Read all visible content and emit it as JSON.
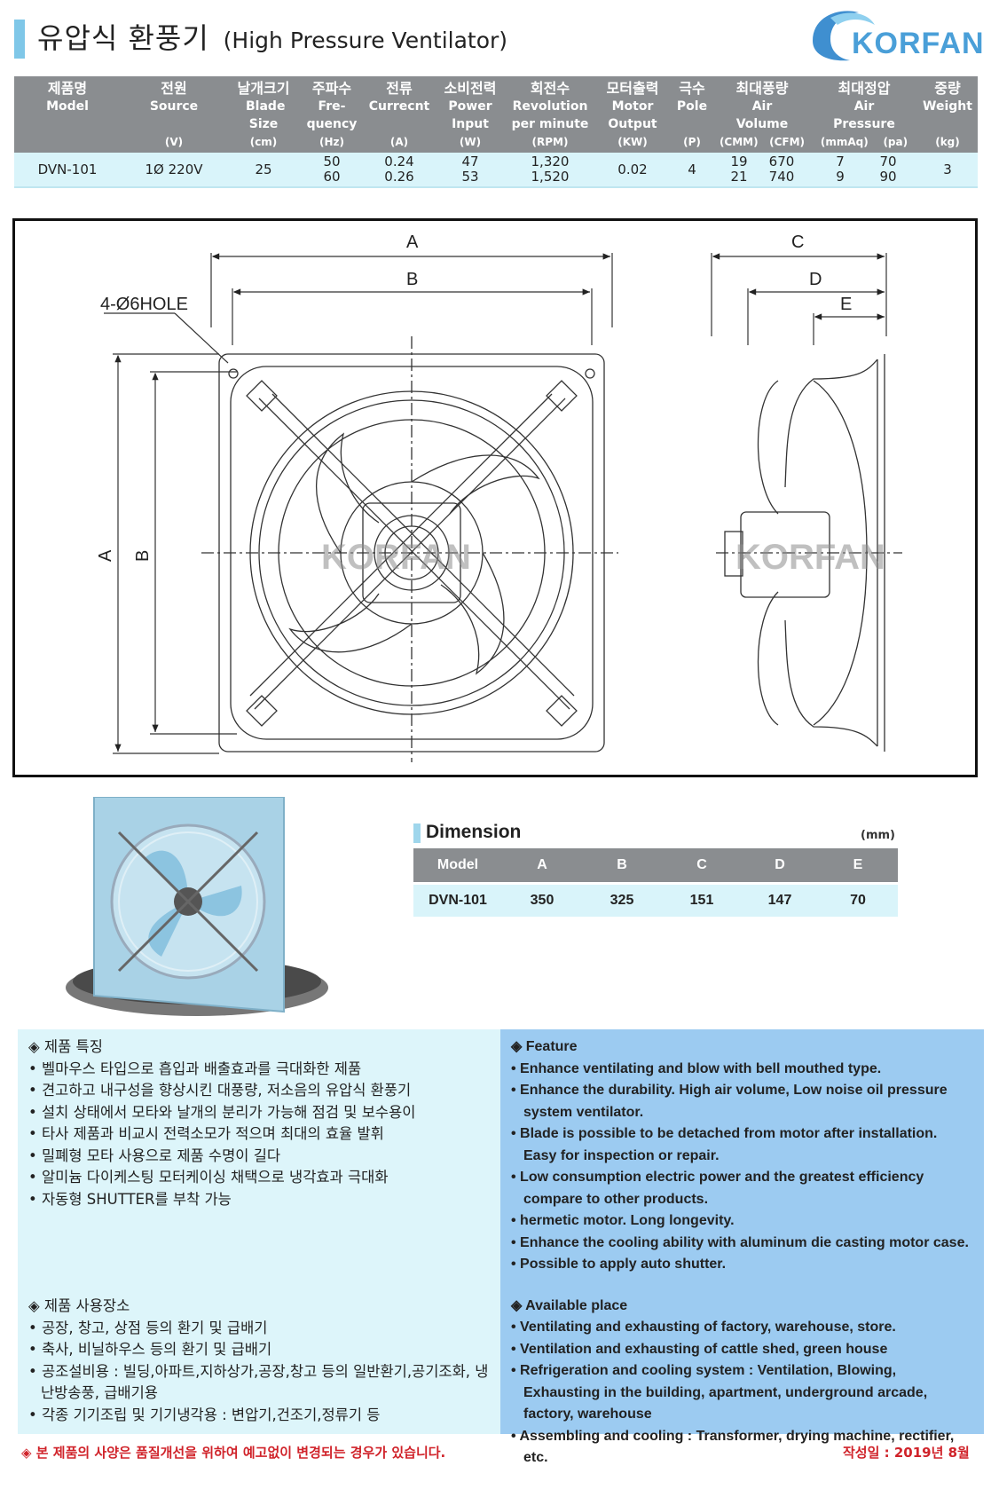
{
  "header": {
    "title_kr": "유압식 환풍기",
    "title_en": "(High Pressure Ventilator)",
    "brand": "KORFAN"
  },
  "spec_table": {
    "columns": [
      {
        "kr": "제품명",
        "en": "Model",
        "unit": ""
      },
      {
        "kr": "전원",
        "en": "Source",
        "unit": "(V)"
      },
      {
        "kr": "날개크기",
        "en": "Blade Size",
        "unit": "(cm)"
      },
      {
        "kr": "주파수",
        "en": "Fre- quency",
        "unit": "(Hz)"
      },
      {
        "kr": "전류",
        "en": "Currecnt",
        "unit": "(A)"
      },
      {
        "kr": "소비전력",
        "en": "Power Input",
        "unit": "(W)"
      },
      {
        "kr": "회전수",
        "en": "Revolution per minute",
        "unit": "(RPM)"
      },
      {
        "kr": "모터출력",
        "en": "Motor Output",
        "unit": "(KW)"
      },
      {
        "kr": "극수",
        "en": "Pole",
        "unit": "(P)"
      },
      {
        "kr": "최대풍량",
        "en": "Air Volume",
        "unit": "(CMM)   (CFM)"
      },
      {
        "kr": "최대정압",
        "en": "Air Pressure",
        "unit": "(mmAq)    (pa)"
      },
      {
        "kr": "중량",
        "en": "Weight",
        "unit": "(kg)"
      }
    ],
    "row": {
      "model": "DVN-101",
      "source": "1Ø 220V",
      "blade": "25",
      "hz": [
        "50",
        "60"
      ],
      "current": [
        "0.24",
        "0.26"
      ],
      "power": [
        "47",
        "53"
      ],
      "rpm": [
        "1,320",
        "1,520"
      ],
      "motor": "0.02",
      "pole": "4",
      "cmm": [
        "19",
        "21"
      ],
      "cfm": [
        "670",
        "740"
      ],
      "mmaq": [
        "7",
        "9"
      ],
      "pa": [
        "70",
        "90"
      ],
      "weight": "3"
    }
  },
  "drawing": {
    "labels": {
      "a": "A",
      "b": "B",
      "c": "C",
      "d": "D",
      "e": "E",
      "hole": "4-Ø6HOLE"
    },
    "watermark": "KORFAN"
  },
  "dimension": {
    "title": "Dimension",
    "unit": "(mm)",
    "headers": [
      "Model",
      "A",
      "B",
      "C",
      "D",
      "E"
    ],
    "values": [
      "DVN-101",
      "350",
      "325",
      "151",
      "147",
      "70"
    ]
  },
  "features_kr": {
    "heading": "◈ 제품 특징",
    "items": [
      "• 벨마우스 타입으로 흡입과 배출효과를 극대화한 제품",
      "• 견고하고 내구성을 향상시킨 대풍량, 저소음의 유압식 환풍기",
      "• 설치 상태에서 모타와 날개의 분리가 가능해 점검 및 보수용이",
      "• 타사 제품과 비교시 전력소모가 적으며 최대의 효율 발휘",
      "• 밀폐형 모타 사용으로 제품 수명이 길다",
      "• 알미늄 다이케스팅 모터케이싱 채택으로 냉각효과 극대화",
      "• 자동형 SHUTTER를 부착 가능"
    ]
  },
  "places_kr": {
    "heading": "◈ 제품 사용장소",
    "items": [
      "• 공장, 창고, 상점 등의 환기 및 급배기",
      "• 축사, 비닐하우스 등의 환기 및 급배기",
      "• 공조설비용 : 빌딩,아파트,지하상가,공장,창고 등의 일반환기,공기조화, 냉난방송풍, 급배기용",
      "• 각종 기기조립 및 기기냉각용 : 변압기,건조기,정류기 등"
    ]
  },
  "features_en": {
    "heading": "◈ Feature",
    "items": [
      "• Enhance ventilating and blow with bell mouthed type.",
      "• Enhance the durability. High air volume, Low noise oil pressure system ventilator.",
      "• Blade is possible to be detached from motor after installation. Easy for inspection or repair.",
      "• Low consumption electric power and the greatest efficiency compare to other products.",
      "• hermetic motor. Long longevity.",
      "• Enhance the cooling ability with aluminum die casting motor case.",
      "• Possible to apply auto shutter."
    ]
  },
  "places_en": {
    "heading": "◈ Available place",
    "items": [
      "• Ventilating and exhausting of factory, warehouse, store.",
      "• Ventilation and exhausting of cattle shed, green house",
      "• Refrigeration and cooling system : Ventilation, Blowing, Exhausting in the building, apartment, underground arcade, factory, warehouse",
      "• Assembling and cooling : Transformer, drying machine, rectifier, etc."
    ]
  },
  "footer": {
    "note": "◈ 본 제품의 사양은 품질개선을 위하여 예고없이 변경되는 경우가 있습니다.",
    "date": "작성일 : 2019년 8월"
  },
  "colors": {
    "header_gray": "#8a8d90",
    "light_cyan": "#d9f4fa",
    "panel_blue": "#9ccbf1",
    "accent_red": "#d0232a",
    "brand_blue": "#4a9fd8"
  }
}
